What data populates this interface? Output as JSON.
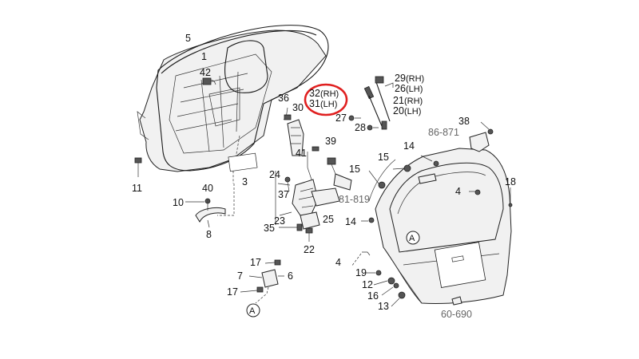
{
  "labels": {
    "p5": "5",
    "p1": "1",
    "p42": "42",
    "p11": "11",
    "p3": "3",
    "p10": "10",
    "p40": "40",
    "p8": "8",
    "p36": "36",
    "p30": "30",
    "p32": "32",
    "p32s": "(RH)",
    "p31": "31",
    "p31s": "(LH)",
    "p29": "29",
    "p29s": "(RH)",
    "p26": "26",
    "p26s": "(LH)",
    "p21": "21",
    "p21s": "(RH)",
    "p20": "20",
    "p20s": "(LH)",
    "p27": "27",
    "p28": "28",
    "p41": "41",
    "p39": "39",
    "p24": "24",
    "p37": "37",
    "p23": "23",
    "p25": "25",
    "p35": "35",
    "p22": "22",
    "p15a": "15",
    "p15b": "15",
    "p14a": "14",
    "p14b": "14",
    "p38": "38",
    "p18": "18",
    "p4a": "4",
    "p4b": "4",
    "p17a": "17",
    "p17b": "17",
    "p7": "7",
    "p6": "6",
    "p19": "19",
    "p12": "12",
    "p16": "16",
    "p13": "13",
    "refA1": "A",
    "refA2": "A"
  },
  "refs": {
    "r86871": "86-871",
    "r81819": "81-819",
    "r60690": "60-690"
  },
  "highlight_color": "#e02020"
}
